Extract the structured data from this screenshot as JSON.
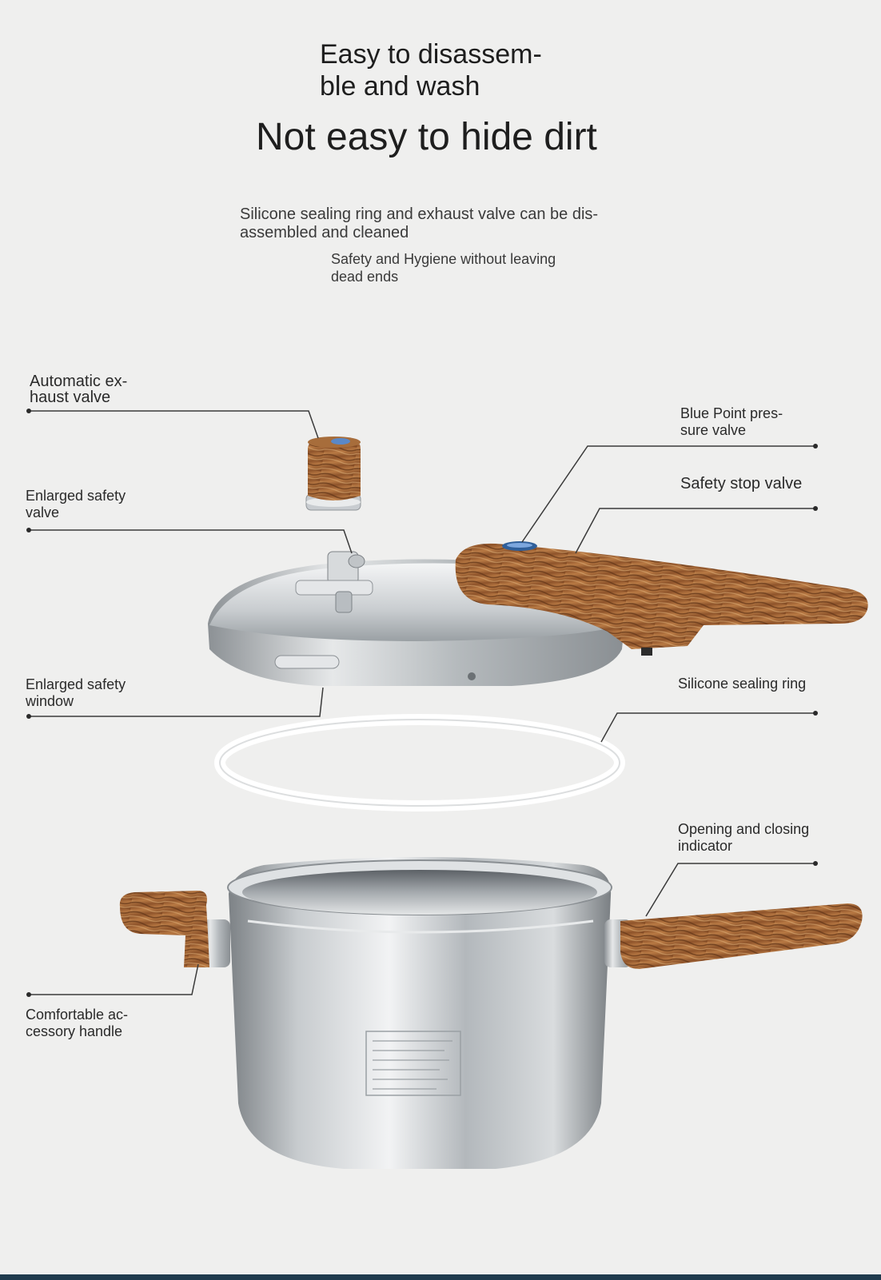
{
  "heading": {
    "line1": "Easy to disassem-\nble and wash",
    "line2": "Not easy to hide dirt"
  },
  "description": {
    "text1": "Silicone sealing ring and exhaust valve can be dis-\nassembled and cleaned",
    "text2": "Safety and Hygiene without leaving\ndead ends"
  },
  "labels": {
    "automatic_exhaust_valve": "Automatic ex-\nhaust valve",
    "enlarged_safety_valve": "Enlarged safety\nvalve",
    "enlarged_safety_window": "Enlarged safety\nwindow",
    "comfortable_handle": "Comfortable ac-\ncessory handle",
    "blue_point_valve": "Blue Point pres-\nsure valve",
    "safety_stop_valve": "Safety stop valve",
    "silicone_sealing_ring": "Silicone sealing ring",
    "opening_closing_indicator": "Opening and closing\nindicator"
  },
  "colors": {
    "background": "#efefee",
    "wood": "#9a5f2e",
    "steel": "#c9cccf",
    "leader_line": "#3a3a3a",
    "bottom_bar": "#1f3a4d"
  }
}
